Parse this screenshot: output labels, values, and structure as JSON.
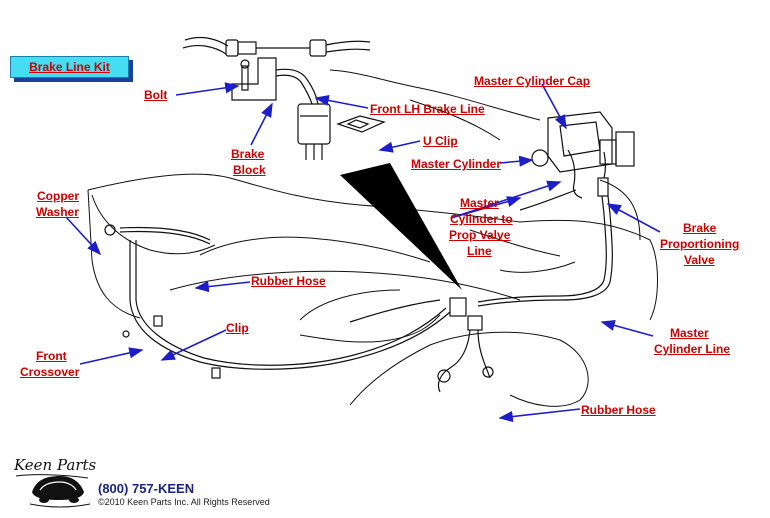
{
  "kit_button": "Brake Line Kit",
  "labels": {
    "bolt": "Bolt",
    "front_lh_brake_line": "Front LH Brake Line",
    "brake_block_1": "Brake",
    "brake_block_2": "Block",
    "u_clip": "U Clip",
    "master_cylinder_cap": "Master Cylinder Cap",
    "master_cylinder": "Master Cylinder",
    "copper_washer_1": "Copper",
    "copper_washer_2": "Washer",
    "mc_prop_1": "Master",
    "mc_prop_2": "Cylinder to",
    "mc_prop_3": "Prop Valve",
    "mc_prop_4": "Line",
    "brake_prop_1": "Brake",
    "brake_prop_2": "Proportioning",
    "brake_prop_3": "Valve",
    "rubber_hose_upper": "Rubber Hose",
    "clip": "Clip",
    "front_crossover_1": "Front",
    "front_crossover_2": "Crossover",
    "mc_line_1": "Master",
    "mc_line_2": "Cylinder Line",
    "rubber_hose_lower": "Rubber Hose"
  },
  "footer": {
    "logo_text": "Keen Parts",
    "phone": "(800) 757-KEEN",
    "copyright": "©2010 Keen Parts Inc. All Rights Reserved"
  },
  "colors": {
    "label": "#cc0000",
    "arrow": "#1e1ec8",
    "kit_bg": "#44ddf2",
    "kit_shadow": "#1a3fa0",
    "line_art": "#111111"
  }
}
